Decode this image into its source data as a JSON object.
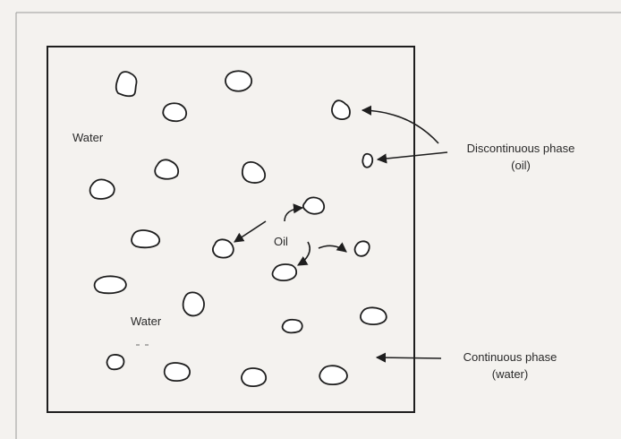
{
  "labels": {
    "water_top": "Water",
    "water_bottom": "Water",
    "oil": "Oil",
    "discontinuous_line1": "Discontinuous phase",
    "discontinuous_line2": "(oil)",
    "continuous_line1": "Continuous phase",
    "continuous_line2": "(water)"
  },
  "colors": {
    "background": "#f4f2ef",
    "stroke": "#1e1e1e",
    "droplet_fill": "#ffffff"
  }
}
